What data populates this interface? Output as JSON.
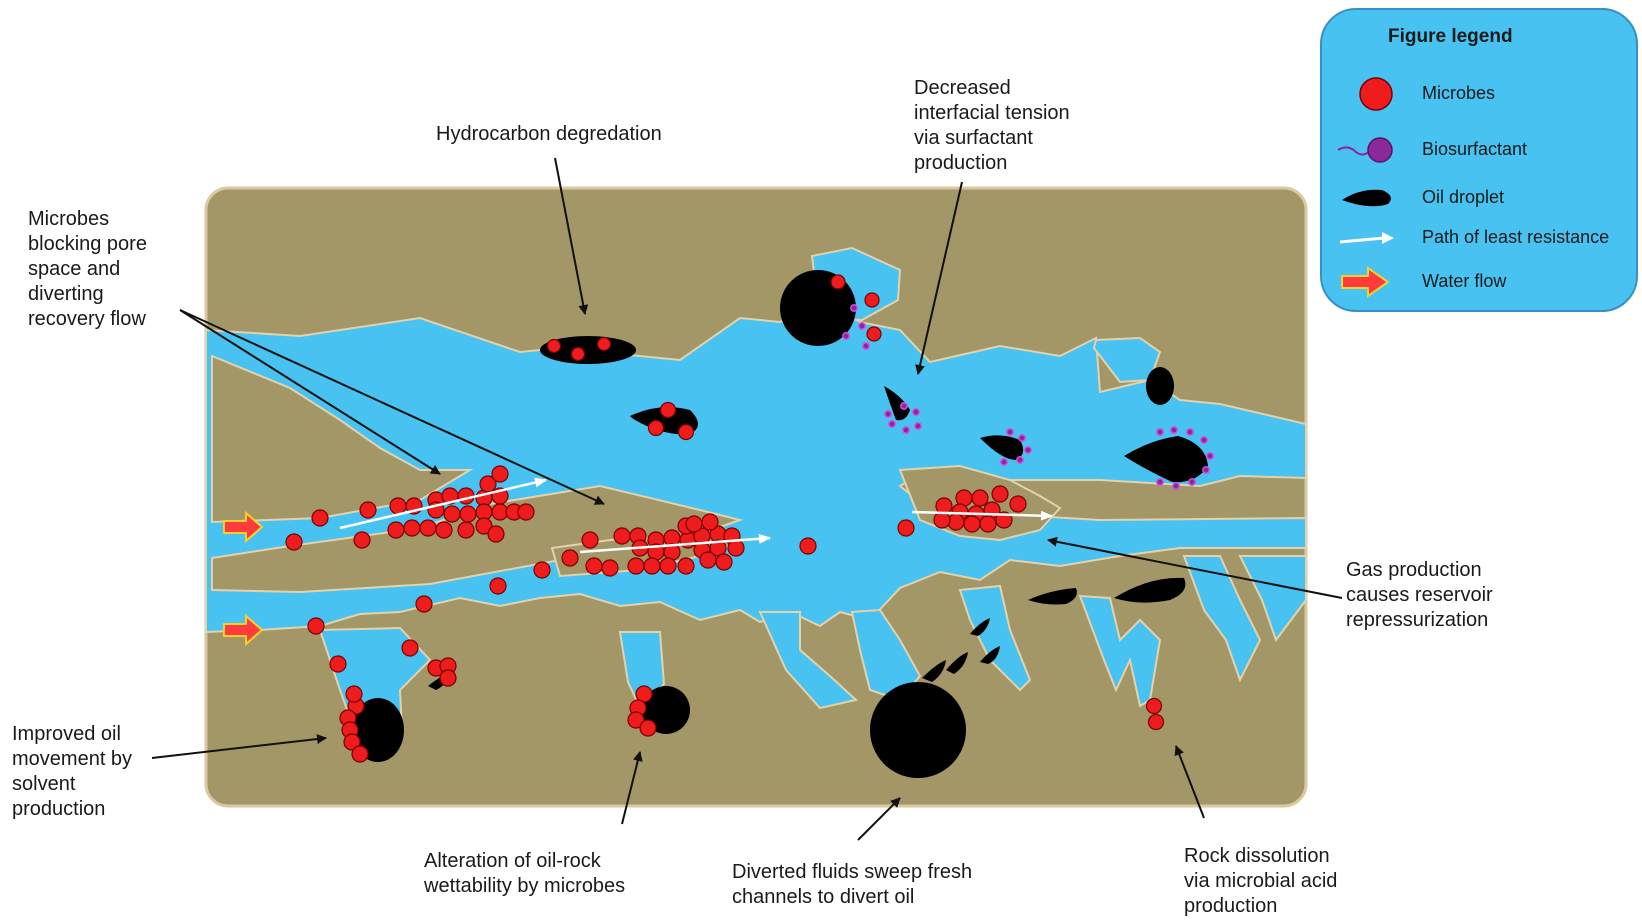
{
  "colors": {
    "rock": "#a39667",
    "rock_edge": "#d9c9a1",
    "water": "#48c2f0",
    "microbe": "#ee1c1c",
    "microbe_edge": "#7a0000",
    "biosurfactant": "#8a2a9a",
    "oil": "#000000",
    "flow_arrow": "#ff3b3b",
    "flow_arrow_edge": "#f2d22a"
  },
  "legend": {
    "title": "Figure legend",
    "items": [
      {
        "label": "Microbes",
        "icon": "microbe-icon"
      },
      {
        "label": "Biosurfactant",
        "icon": "biosurfactant-icon"
      },
      {
        "label": "Oil droplet",
        "icon": "oil-droplet-icon"
      },
      {
        "label": "Path of least resistance",
        "icon": "white-arrow-icon"
      },
      {
        "label": "Water flow",
        "icon": "water-flow-arrow-icon"
      }
    ]
  },
  "labels": {
    "hydrocarbon": [
      "Hydrocarbon degredation"
    ],
    "interfacial": [
      "Decreased",
      "interfacial tension",
      "via surfactant",
      "production"
    ],
    "blocking": [
      "Microbes",
      "blocking pore",
      "space and",
      "diverting",
      "recovery flow"
    ],
    "gas": [
      "Gas production",
      "causes reservoir",
      "repressurization"
    ],
    "solvent": [
      "Improved oil",
      "movement by",
      "solvent",
      "production"
    ],
    "wettability": [
      "Alteration of oil-rock",
      "wettability by microbes"
    ],
    "diverted": [
      "Diverted fluids sweep fresh",
      "channels to divert oil"
    ],
    "dissolution": [
      "Rock dissolution",
      "via microbial acid",
      "production"
    ]
  }
}
